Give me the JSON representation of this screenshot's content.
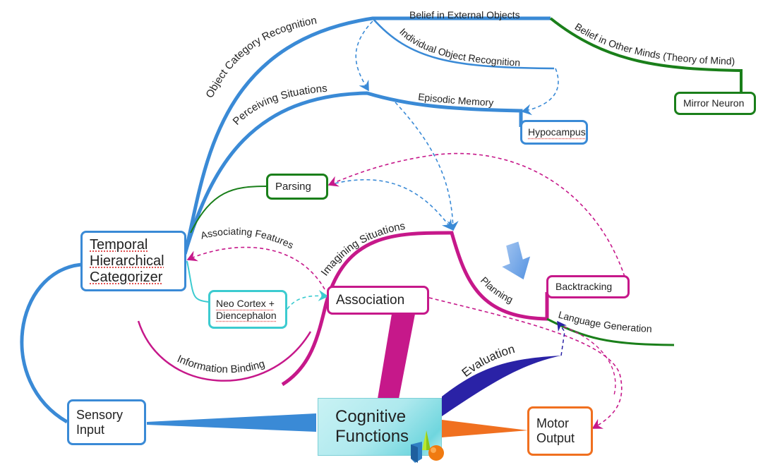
{
  "diagram": {
    "type": "mind-map",
    "central": {
      "label": "Cognitive\nFunctions",
      "icon": "shapes-icon"
    },
    "nodes": {
      "sensory_input": {
        "label": "Sensory\nInput",
        "color": "#3a8ad6"
      },
      "motor_output": {
        "label": "Motor\nOutput",
        "color": "#f07020"
      },
      "temporal": {
        "label": "Temporal\nHierarchical\nCategorizer",
        "color": "#3a8ad6"
      },
      "association": {
        "label": "Association",
        "color": "#c6188a"
      },
      "parsing": {
        "label": "Parsing",
        "color": "#1a7f1a"
      },
      "neo_cortex": {
        "label": "Neo Cortex +\nDiencephalon",
        "color": "#3ccbd0"
      },
      "hypocampus": {
        "label": "Hypocampus",
        "color": "#3a8ad6"
      },
      "mirror_neuron": {
        "label": "Mirror Neuron",
        "color": "#1a7f1a"
      },
      "backtracking": {
        "label": "Backtracking",
        "color": "#c6188a"
      }
    },
    "branch_labels": {
      "object_category": "Object Category Recognition",
      "belief_external": "Belief in External Objects",
      "individual_object": "Individual Object Recognition",
      "belief_other_minds": "Belief in Other Minds (Theory of Mind)",
      "perceiving": "Perceiving Situations",
      "episodic": "Episodic Memory",
      "associating": "Associating Features",
      "imagining": "Imagining Situations",
      "planning": "Planning",
      "language": "Language Generation",
      "information_binding": "Information Binding",
      "evaluation": "Evaluation"
    },
    "colors": {
      "blue": "#3a8ad6",
      "green": "#1a7f1a",
      "magenta": "#c6188a",
      "teal": "#3ccbd0",
      "orange": "#f07020",
      "indigo": "#2a22a6",
      "arrow_blue": "#6a9ee6"
    }
  }
}
